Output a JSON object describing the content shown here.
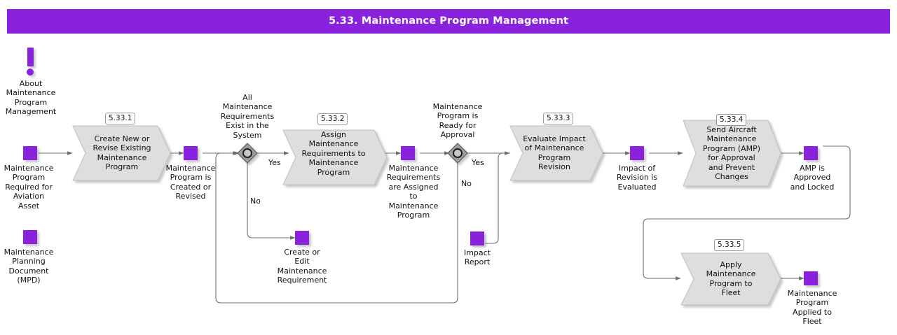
{
  "header": {
    "title": "5.33. Maintenance Program Management",
    "bar_color": "#8A22DD",
    "text_color": "#FFFFFF"
  },
  "palette": {
    "accent_purple": "#8A22DD",
    "task_fill": "#DEDEDE",
    "task_stroke": "#AFAFAF",
    "gateway_fill": "#9E9E9E",
    "connector": "#6E6E6E"
  },
  "about": {
    "icon": "exclamation-icon",
    "label": "About\nMaintenance\nProgram\nManagement"
  },
  "data_objects": [
    {
      "id": "mp-required",
      "icon": "purple-square-icon",
      "label": "Maintenance\nProgram\nRequired for\nAviation\nAsset"
    },
    {
      "id": "mpd",
      "icon": "purple-square-icon",
      "label": "Maintenance\nPlanning\nDocument\n(MPD)"
    },
    {
      "id": "mp-created",
      "icon": "purple-square-icon",
      "label": "Maintenance\nProgram is\nCreated or\nRevised"
    },
    {
      "id": "create-edit-req",
      "icon": "purple-square-icon",
      "label": "Create or\nEdit\nMaintenance\nRequirement"
    },
    {
      "id": "req-assigned",
      "icon": "purple-square-icon",
      "label": "Maintenance\nRequirements\nare Assigned\nto\nMaintenance\nProgram"
    },
    {
      "id": "impact-report",
      "icon": "purple-square-icon",
      "label": "Impact\nReport"
    },
    {
      "id": "impact-evaluated",
      "icon": "purple-square-icon",
      "label": "Impact of\nRevision is\nEvaluated"
    },
    {
      "id": "amp-approved",
      "icon": "purple-square-icon",
      "label": "AMP is\nApproved\nand Locked"
    },
    {
      "id": "mp-applied",
      "icon": "purple-square-icon",
      "label": "Maintenance\nProgram\nApplied to\nFleet"
    }
  ],
  "tasks": [
    {
      "id": "task-1",
      "number": "5.33.1",
      "label": "Create New or\nRevise Existing\nMaintenance\nProgram"
    },
    {
      "id": "task-2",
      "number": "5.33.2",
      "label": "Assign\nMaintenance\nRequirements to\nMaintenance\nProgram"
    },
    {
      "id": "task-3",
      "number": "5.33.3",
      "label": "Evaluate Impact\nof Maintenance\nProgram\nRevision"
    },
    {
      "id": "task-4",
      "number": "5.33.4",
      "label": "Send Aircraft\nMaintenance\nProgram (AMP)\nfor Approval\nand Prevent\nChanges"
    },
    {
      "id": "task-5",
      "number": "5.33.5",
      "label": "Apply\nMaintenance\nProgram to\nFleet"
    }
  ],
  "gateways": [
    {
      "id": "gateway-1",
      "label": "All\nMaintenance\nRequirements\nExist in the\nSystem",
      "yes": "Yes",
      "no": "No"
    },
    {
      "id": "gateway-2",
      "label": "Maintenance\nProgram is\nReady for\nApproval",
      "yes": "Yes",
      "no": "No"
    }
  ]
}
